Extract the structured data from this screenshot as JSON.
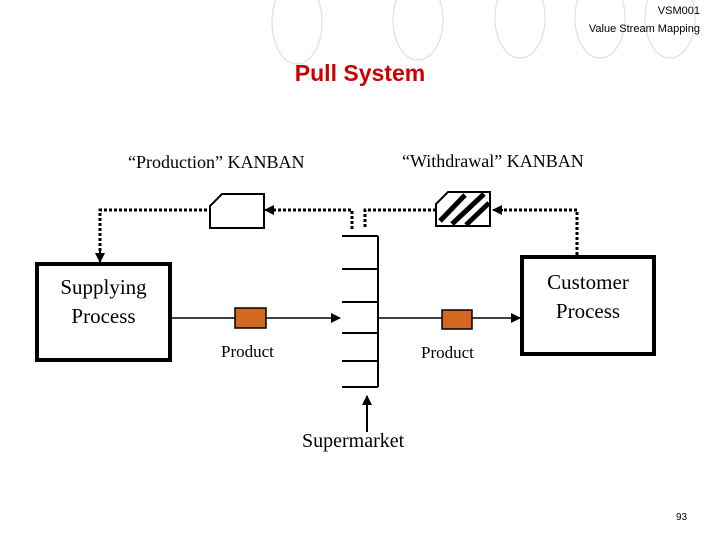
{
  "header": {
    "code": "VSM001",
    "subtitle": "Value Stream Mapping"
  },
  "title": "Pull System",
  "labels": {
    "production_kanban": "“Production” KANBAN",
    "withdrawal_kanban": "“Withdrawal” KANBAN",
    "product_1": "Product",
    "product_2": "Product",
    "supermarket": "Supermarket"
  },
  "processes": {
    "supplying_line1": "Supplying",
    "supplying_line2": "Process",
    "customer_line1": "Customer",
    "customer_line2": "Process"
  },
  "page_number": "93",
  "colors": {
    "title": "#cc0000",
    "product": "#d2691e",
    "decoration": "#f0d8d8"
  }
}
